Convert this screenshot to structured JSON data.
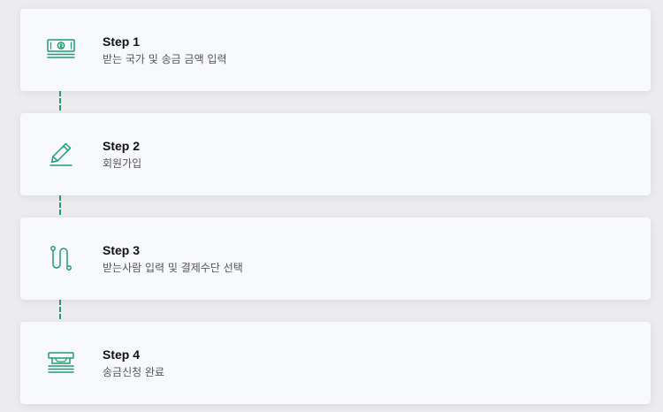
{
  "theme": {
    "accent": "#1f9d6e",
    "card_background": "#f8f9fd",
    "page_background": "#ececee"
  },
  "steps": [
    {
      "title": "Step 1",
      "description": "받는 국가 및 송금 금액 입력",
      "icon": "money-icon"
    },
    {
      "title": "Step 2",
      "description": "회원가입",
      "icon": "pencil-icon"
    },
    {
      "title": "Step 3",
      "description": "받는사람 입력 및 결제수단 선택",
      "icon": "route-icon"
    },
    {
      "title": "Step 4",
      "description": "송금신청 완료",
      "icon": "atm-cash-icon"
    }
  ]
}
